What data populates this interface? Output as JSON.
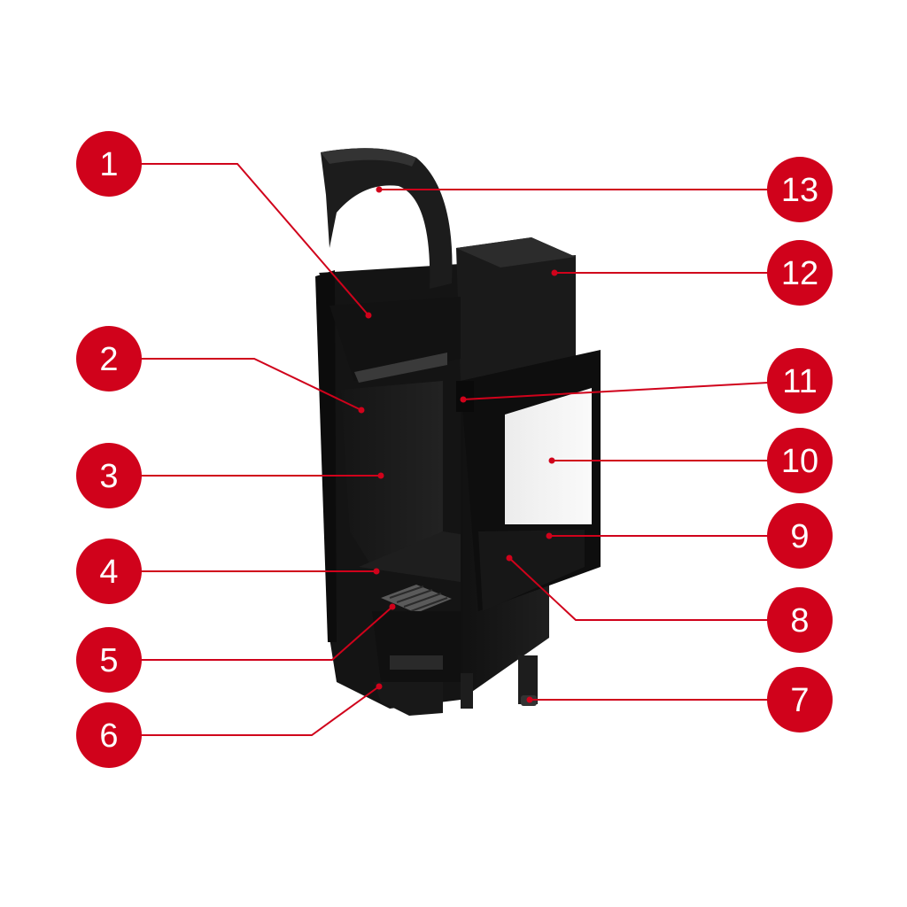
{
  "colors": {
    "accent": "#d0021b",
    "body": "#1b1b1b",
    "glass": "#f4f4f4",
    "background": "#ffffff"
  },
  "callouts": [
    "1",
    "2",
    "3",
    "4",
    "5",
    "6",
    "7",
    "8",
    "9",
    "10",
    "11",
    "12",
    "13"
  ]
}
